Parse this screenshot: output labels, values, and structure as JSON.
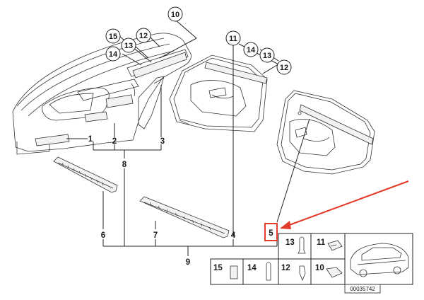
{
  "callouts": {
    "c10": "10",
    "c15": "15",
    "c12": "12",
    "c14": "14",
    "c13": "13",
    "d11": "11",
    "d14": "14",
    "d13": "13",
    "d12": "12"
  },
  "labels": {
    "l1": "1",
    "l2": "2",
    "l3": "3",
    "l8": "8",
    "l6": "6",
    "l7": "7",
    "l4": "4",
    "l9": "9",
    "l5": "5"
  },
  "box_upper": {
    "p13": "13",
    "p11": "11"
  },
  "box_lower": {
    "p15": "15",
    "p14": "14",
    "p12": "12",
    "p10": "10"
  },
  "diagram_code": "00035742",
  "colors": {
    "highlight": "#e23b2a",
    "line": "#222222"
  }
}
